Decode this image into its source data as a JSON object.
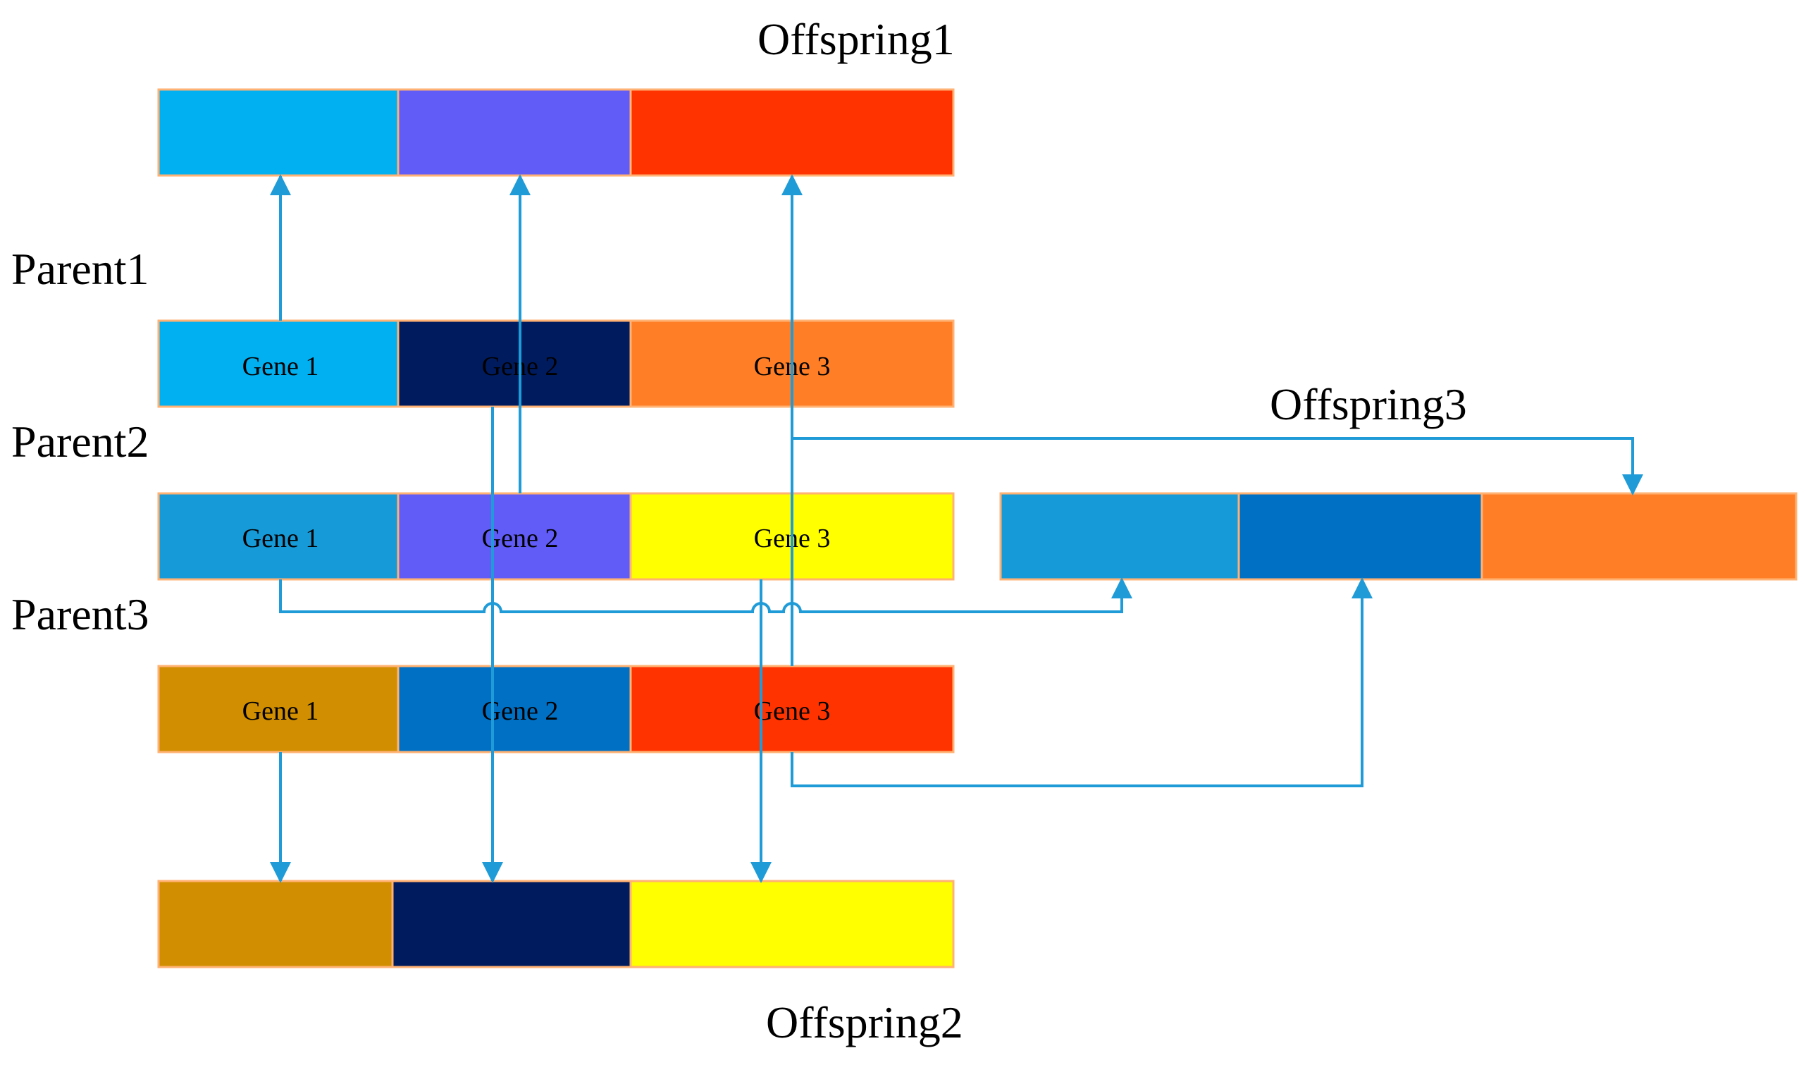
{
  "labels": {
    "offspring1": "Offspring1",
    "offspring2": "Offspring2",
    "offspring3": "Offspring3",
    "parent1": "Parent1",
    "parent2": "Parent2",
    "parent3": "Parent3"
  },
  "parents": [
    {
      "name": "Parent1",
      "genes": [
        {
          "label": "Gene 1",
          "color": "#00B0F0"
        },
        {
          "label": "Gene 2",
          "color": "#001B5E"
        },
        {
          "label": "Gene 3",
          "color": "#FF7E26"
        }
      ]
    },
    {
      "name": "Parent2",
      "genes": [
        {
          "label": "Gene 1",
          "color": "#169BD8"
        },
        {
          "label": "Gene 2",
          "color": "#615BF7"
        },
        {
          "label": "Gene 3",
          "color": "#FFFF00"
        }
      ]
    },
    {
      "name": "Parent3",
      "genes": [
        {
          "label": "Gene 1",
          "color": "#D08E00"
        },
        {
          "label": "Gene 2",
          "color": "#0070C4"
        },
        {
          "label": "Gene 3",
          "color": "#FF3300"
        }
      ]
    }
  ],
  "offspring": [
    {
      "name": "Offspring1",
      "colors": [
        "#00B0F0",
        "#615BF7",
        "#FF3300"
      ]
    },
    {
      "name": "Offspring2",
      "colors": [
        "#D08E00",
        "#001B5E",
        "#FFFF00"
      ]
    },
    {
      "name": "Offspring3",
      "colors": [
        "#169BD8",
        "#0070C4",
        "#FF7E26"
      ]
    }
  ],
  "arrow_color": "#1F9BD7"
}
